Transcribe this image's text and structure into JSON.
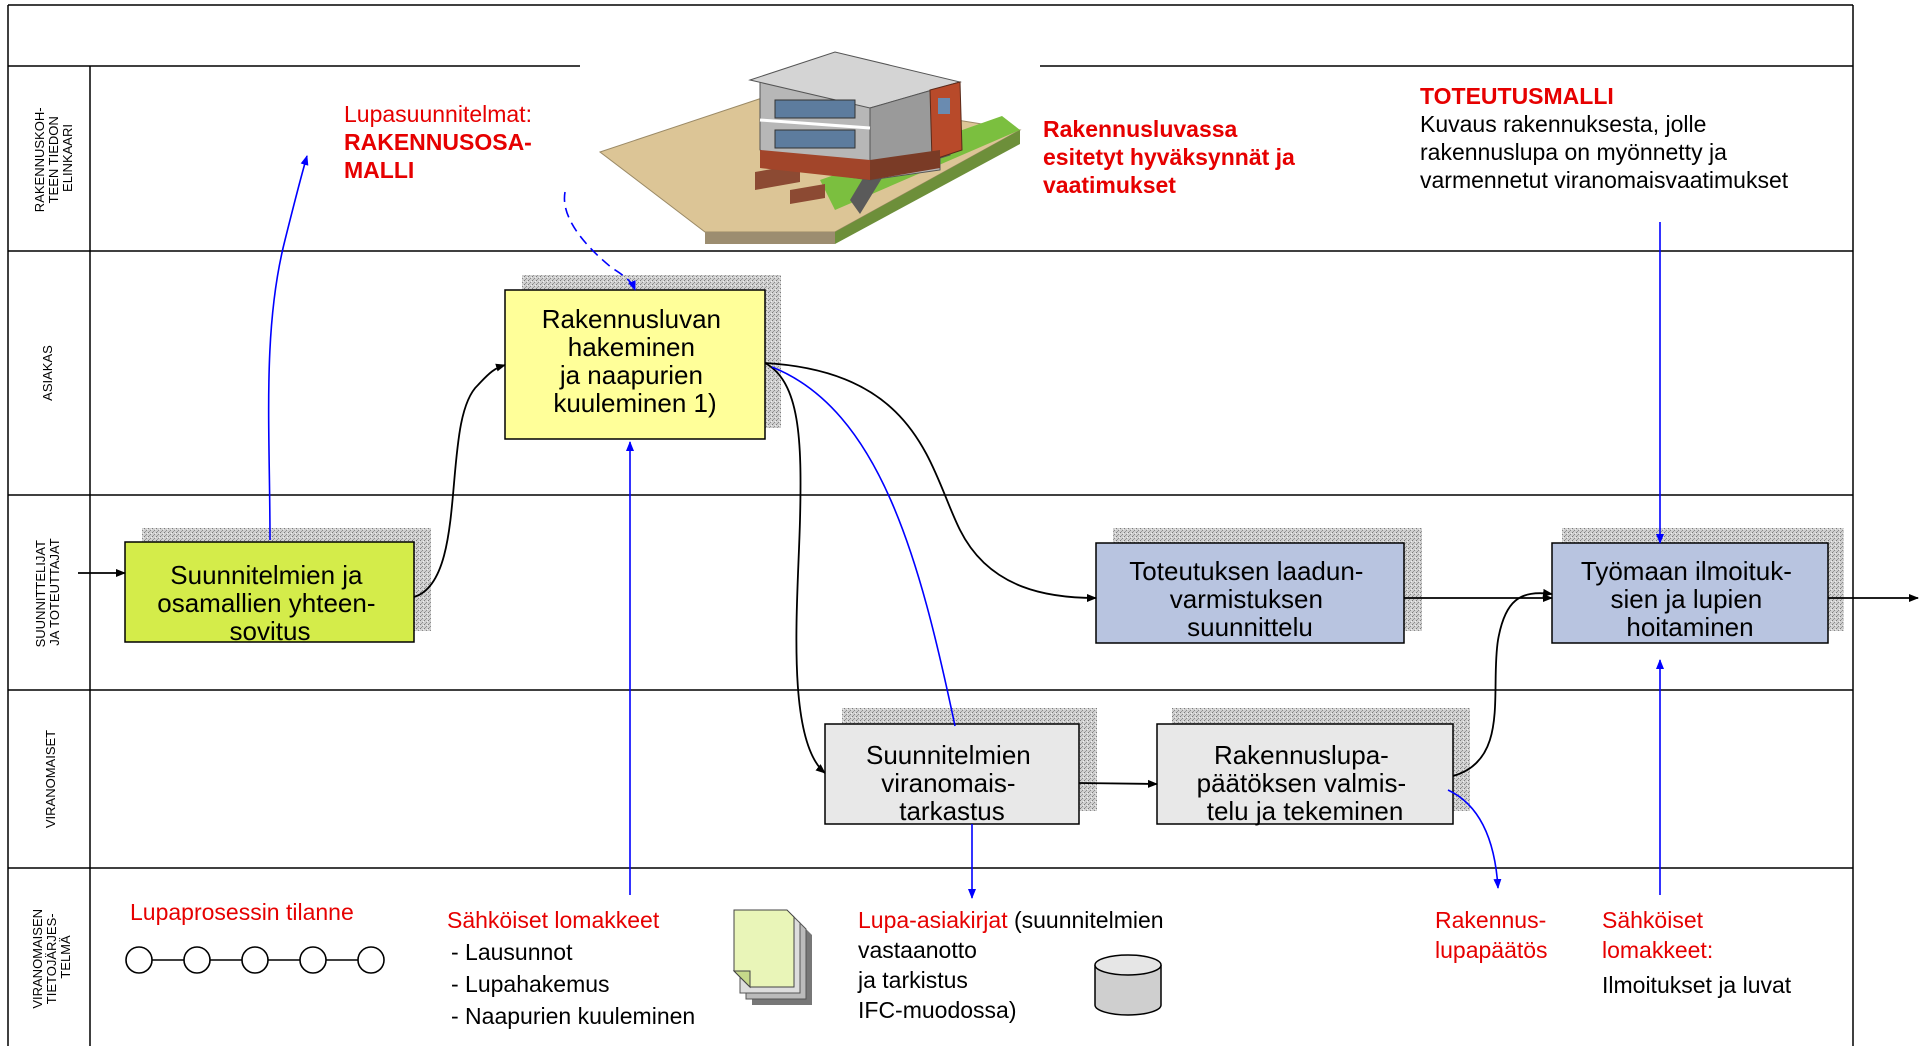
{
  "lanes": {
    "lifecycle": [
      "RAKENNUSKOH-",
      "TEEN TIEDON",
      "ELINKAARI"
    ],
    "customer": [
      "ASIAKAS"
    ],
    "designers": [
      "SUUNNITTELIJAT",
      "JA TOTEUTTAJAT"
    ],
    "authorities": [
      "VIRANOMAISET"
    ],
    "system": [
      "VIRANOMAISEN",
      "TIETOJÄRJES-",
      "TELMÄ"
    ]
  },
  "boxes": {
    "coordination": [
      "Suunnitelmien ja",
      "osamallien yhteen-",
      "sovitus"
    ],
    "application": [
      "Rakennusluvan",
      "hakeminen",
      "ja naapurien",
      "kuuleminen 1)"
    ],
    "quality": [
      "Toteutuksen laadun-",
      "varmistuksen",
      "suunnittelu"
    ],
    "site": [
      "Työmaan ilmoituk-",
      "sien ja lupien",
      "hoitaminen"
    ],
    "review": [
      "Suunnitelmien",
      "viranomais-",
      "tarkastus"
    ],
    "decision": [
      "Rakennuslupa-",
      "päätöksen valmis-",
      "telu  ja tekeminen"
    ]
  },
  "annotations": {
    "permit_plans": {
      "line1": "Lupasuunnitelmat:",
      "line2": "RAKENNUSOSA-",
      "line3": "MALLI"
    },
    "approvals": [
      "Rakennusluvassa",
      "esitetyt hyväksynnät ja",
      "vaatimukset"
    ],
    "implementation": {
      "title": "TOTEUTUSMALLI",
      "lines": [
        "Kuvaus rakennuksesta, jolle",
        "rakennuslupa on myönnetty ja",
        "varmennetut viranomaisvaatimukset"
      ]
    }
  },
  "system_items": {
    "status": {
      "title": "Lupaprosessin tilanne"
    },
    "forms": {
      "title": "Sähköiset lomakkeet",
      "items": [
        "- Lausunnot",
        "- Lupahakemus",
        "- Naapurien kuuleminen"
      ]
    },
    "documents": {
      "title": "Lupa-asiakirjat",
      "rest": " (suunnitelmien",
      "lines": [
        "vastaanotto",
        " ja tarkistus",
        " IFC-muodossa)"
      ]
    },
    "decision": [
      "Rakennus-",
      "lupapäätös"
    ],
    "forms2": {
      "title": [
        "Sähköiset",
        "lomakkeet:"
      ],
      "line": "Ilmoitukset ja luvat"
    }
  },
  "colors": {
    "red": "#e60000",
    "blue_arrow": "#0000ff",
    "yellow_green": "#d4ec4a",
    "yellow": "#ffff99",
    "lavender": "#b8c4e0",
    "light_gray": "#e8e8e8"
  }
}
